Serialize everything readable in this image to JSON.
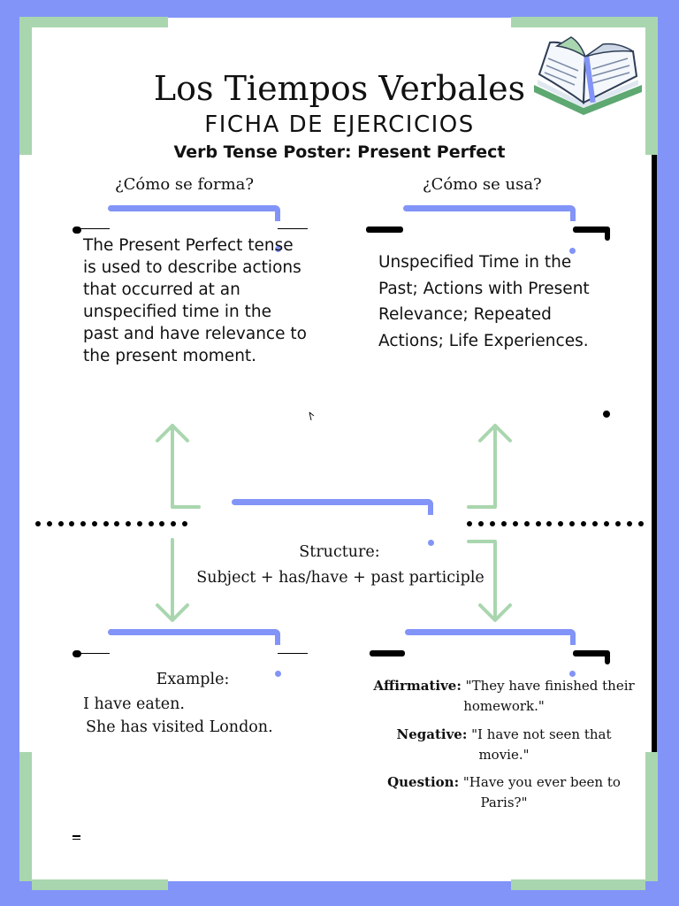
{
  "header": {
    "title": "Los Tiempos Verbales",
    "subtitle": "FICHA DE EJERCICIOS",
    "tagline": "Verb Tense Poster: Present Perfect"
  },
  "questions": {
    "formation": "¿Cómo se forma?",
    "usage": "¿Cómo se usa?"
  },
  "panels": {
    "definition": "The Present Perfect tense is used to describe actions that occurred at an unspecified time in the past and have relevance to the present moment.",
    "usage": "Unspecified Time in the Past; Actions with Present Relevance; Repeated Actions; Life Experiences."
  },
  "structure": {
    "label": "Structure:",
    "formula": "Subject + has/have + past participle"
  },
  "example": {
    "label": "Example:",
    "lines": [
      "I have eaten.",
      "She has visited London."
    ]
  },
  "sentences": [
    {
      "type": "Affirmative:",
      "text": "\"They have finished their homework.\""
    },
    {
      "type": "Negative:",
      "text": "\"I have not seen that movie.\""
    },
    {
      "type": "Question:",
      "text": "\"Have you ever been to Paris?\""
    }
  ],
  "icons": {
    "book": "open-book-icon"
  },
  "colors": {
    "frame": "#8294f7",
    "accent": "#a9d6ae",
    "ink": "#111111"
  }
}
